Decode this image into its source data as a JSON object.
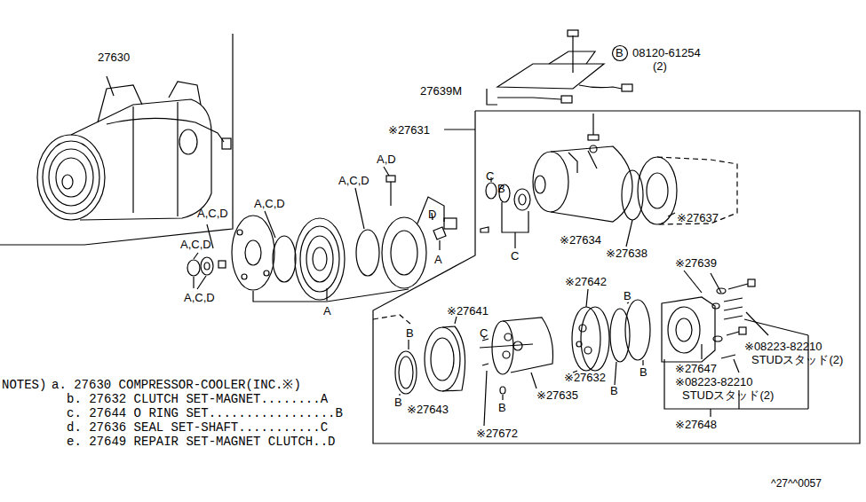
{
  "diagram": {
    "labels": [
      "27630",
      "B",
      "08120-61254",
      "(2)",
      "27639M",
      "※27631",
      "A,D",
      "A,C,D",
      "A,C,D",
      "A,C,D",
      "A,C,D",
      "D",
      "C",
      "B",
      "C",
      "A",
      "A",
      "A,C,D",
      "※27634",
      "※27637",
      "※27638",
      "※27639",
      "※27642",
      "B",
      "※27641",
      "C",
      "B",
      "※08223-82210",
      "STUDスタッド(2)",
      "B",
      "※27647",
      "※08223-82210",
      "STUDスタッド(2)",
      "※27632",
      "B",
      "B",
      "※27643",
      "※27635",
      "B",
      "※27672",
      "※27648",
      "NOTES)",
      "a. 27630 COMPRESSOR-COOLER(INC.※)",
      "b. 27632 CLUTCH SET-MAGNET........A",
      "c. 27644 O RING SET.................B",
      "d. 27636 SEAL SET-SHAFT...........C",
      "e. 27649 REPAIR SET-MAGNET CLUTCH..D",
      "^27^^0057"
    ]
  }
}
